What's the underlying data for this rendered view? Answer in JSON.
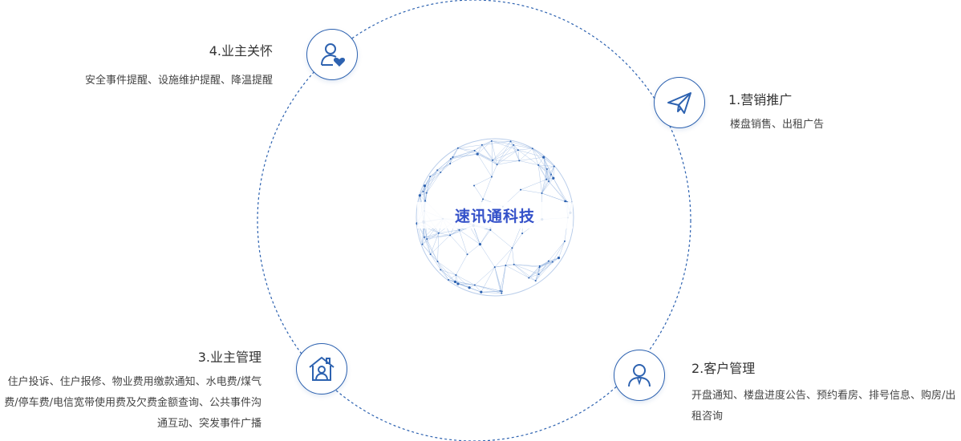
{
  "center": {
    "label": "速讯通科技"
  },
  "nodes": [
    {
      "id": "marketing",
      "title": "1.营销推广",
      "desc": "楼盘销售、出租广告",
      "icon": "paper-plane-icon"
    },
    {
      "id": "customer",
      "title": "2.客户管理",
      "desc": "开盘通知、楼盘进度公告、预约看房、排号信息、购房/出租咨询",
      "icon": "user-icon"
    },
    {
      "id": "owner-mgmt",
      "title": "3.业主管理",
      "desc": "住户投诉、住户报修、物业费用缴款通知、水电费/煤气费/停车费/电信宽带使用费及欠费金额查询、公共事件沟通互动、突发事件广播",
      "icon": "house-user-icon"
    },
    {
      "id": "owner-care",
      "title": "4.业主关怀",
      "desc": "安全事件提醒、设施维护提醒、降温提醒",
      "icon": "user-heart-icon"
    }
  ],
  "colors": {
    "accent": "#2d62b0",
    "center_text": "#3451c9",
    "line": "#2d62b0",
    "text": "#333333"
  }
}
